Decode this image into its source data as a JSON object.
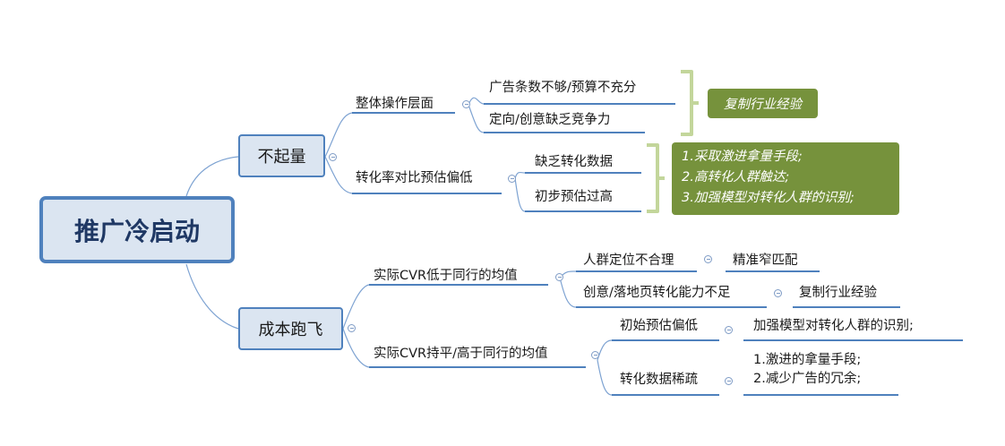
{
  "diagram": {
    "root": {
      "label": "推广冷启动"
    },
    "branch_1": {
      "label": "不起量",
      "child_1": {
        "label": "整体操作层面",
        "items": [
          "广告条数不够/预算不充分",
          "定向/创意缺乏竞争力"
        ],
        "callout": "复制行业经验"
      },
      "child_2": {
        "label": "转化率对比预估偏低",
        "items": [
          "缺乏转化数据",
          "初步预估过高"
        ],
        "callout_lines": [
          "1.采取激进拿量手段;",
          "2.高转化人群触达;",
          "3.加强模型对转化人群的识别;"
        ]
      }
    },
    "branch_2": {
      "label": "成本跑飞",
      "child_1": {
        "label": "实际CVR低于同行的均值",
        "item_1": {
          "label": "人群定位不合理",
          "leaf": "精准窄匹配"
        },
        "item_2": {
          "label": "创意/落地页转化能力不足",
          "leaf": "复制行业经验"
        }
      },
      "child_2": {
        "label": "实际CVR持平/高于同行的均值",
        "item_1": {
          "label": "初始预估偏低",
          "leaf": "加强模型对转化人群的识别;"
        },
        "item_2": {
          "label": "转化数据稀疏",
          "leaf_lines": [
            "1.激进的拿量手段;",
            "2.减少广告的冗余;"
          ]
        }
      }
    }
  },
  "colors": {
    "connector": "#7ea3d2",
    "underline": "#4f81bd",
    "node_fill": "#dbe5f1",
    "node_border": "#4f81bd",
    "callout_fill": "#76923c",
    "bracket": "#c3d69b"
  }
}
